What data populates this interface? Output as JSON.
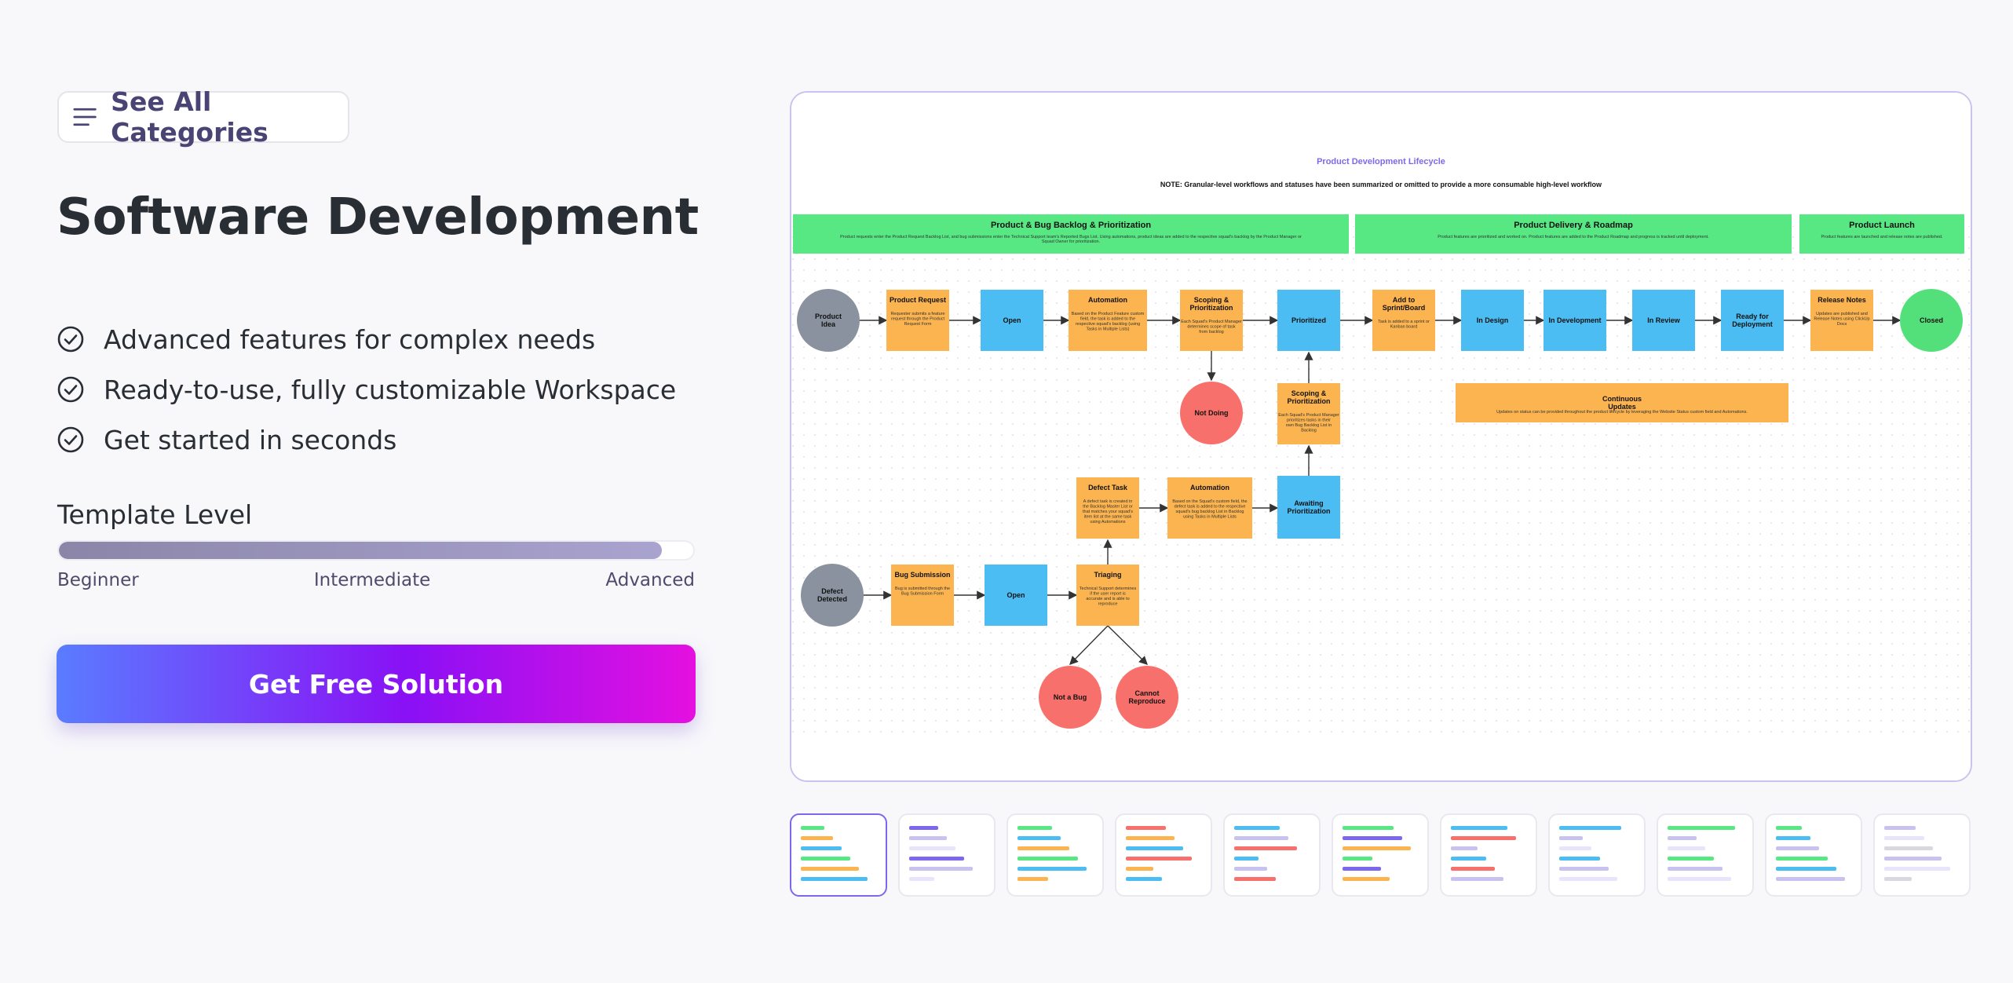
{
  "categories_button": {
    "label": "See All Categories",
    "icon": "menu-lines-icon"
  },
  "page_title": "Software Development",
  "features": [
    "Advanced features for complex needs",
    "Ready-to-use, fully customizable Workspace",
    "Get started in seconds"
  ],
  "template_level": {
    "label": "Template Level",
    "fill_fraction": 0.95,
    "levels": [
      "Beginner",
      "Intermediate",
      "Advanced"
    ]
  },
  "cta": {
    "label": "Get Free Solution"
  },
  "preview": {
    "diagram_title": "Product Development Lifecycle",
    "note": "NOTE: Granular-level workflows and statuses have been summarized or omitted to provide a more consumable high-level workflow",
    "sections": [
      {
        "title": "Product & Bug Backlog & Prioritization",
        "desc": "Product requests enter the Product Request Backlog List, and bug submissions enter the Technical Support team's Reported Bugs List. Using automations, product ideas are added to the respective squad's backlog by the Product Manager or Squad Owner for prioritization."
      },
      {
        "title": "Product Delivery & Roadmap",
        "desc": "Product features are prioritized and worked on. Product features are added to the Product Roadmap and progress is tracked until deployment."
      },
      {
        "title": "Product Launch",
        "desc": "Product features are launched and release notes are published."
      }
    ],
    "nodes": {
      "product_idea": "Product Idea",
      "product_request": "Product Request",
      "product_request_desc": "Requester submits a feature request through the Product Request Form",
      "open_1": "Open",
      "automation_1": "Automation",
      "automation_1_desc": "Based on the Product Feature custom field, the task is added to the respective squad's backlog (using Tasks in Multiple Lists)",
      "scoping_1": "Scoping & Prioritization",
      "scoping_1_desc": "Each Squad's Product Manager determines scope of task from backlog",
      "prioritized": "Prioritized",
      "add_to_sprint": "Add to Sprint/Board",
      "add_to_sprint_desc": "Task is added to a sprint or Kanban board",
      "in_design": "In Design",
      "in_development": "In Development",
      "in_review": "In Review",
      "ready_for_deployment": "Ready for Deployment",
      "release_notes": "Release Notes",
      "release_notes_desc": "Updates are published and Release Notes using ClickUp Docs",
      "closed": "Closed",
      "not_doing": "Not Doing",
      "scoping_2": "Scoping & Prioritization",
      "scoping_2_desc": "Each Squad's Product Manager prioritizes tasks in their own Bug Backlog List in Backlog",
      "continuous_updates": "Continuous Updates",
      "continuous_updates_desc": "Updates on status can be provided throughout the product lifecycle by leveraging the Website Status custom field and Automations.",
      "defect_task": "Defect Task",
      "defect_task_desc": "A defect task is created in the Backlog Master List or that matches your squad's item list at the same task using Automations",
      "automation_2": "Automation",
      "automation_2_desc": "Based on the Squad's custom field, the defect task is added to the respective squad's bug backlog List in Backlog using Tasks in Multiple Lists",
      "awaiting_prioritization": "Awaiting Prioritization",
      "defect_detected": "Defect Detected",
      "bug_submission": "Bug Submission",
      "bug_submission_desc": "Bug is submitted through the Bug Submission Form",
      "open_2": "Open",
      "triaging": "Triaging",
      "triaging_desc": "Technical Support determines if the user report is accurate and is able to reproduce",
      "not_a_bug": "Not a Bug",
      "cannot_reproduce": "Cannot Reproduce"
    },
    "colors": {
      "grey": "#8a929f",
      "orange": "#fbb44f",
      "blue": "#4bbdf2",
      "green": "#53e07a",
      "red": "#f8706b",
      "section_green": "#57e883",
      "title_purple": "#7b68ee"
    }
  },
  "thumbnails_count": 11
}
